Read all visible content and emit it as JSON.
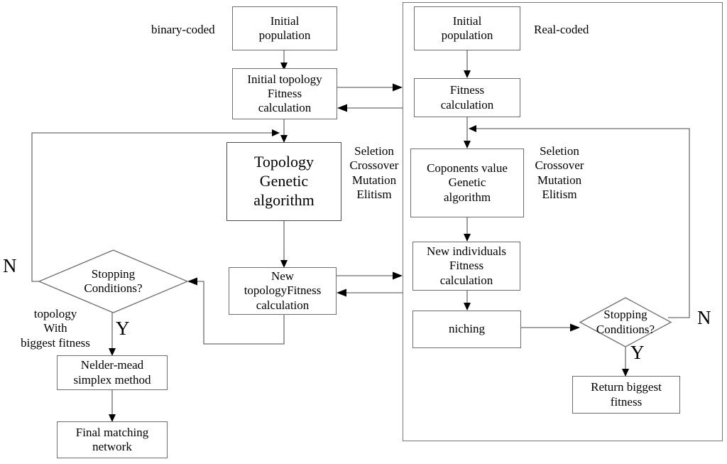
{
  "diagram": {
    "title": "Hybrid genetic algorithm matching network design flowchart",
    "stroke_color": "#6d6d6d",
    "arrow_color": "#000000",
    "background": "#ffffff"
  },
  "labels": {
    "binary_coded": "binary-coded",
    "real_coded": "Real-coded",
    "ga_ops_left": "Seletion\nCrossover\nMutation\nElitism",
    "ga_ops_right": "Seletion\nCrossover\nMutation\nElitism",
    "left_no": "N",
    "left_yes": "Y",
    "right_no": "N",
    "right_yes": "Y",
    "topology_best": "topology\nWith\nbiggest fitness"
  },
  "nodes": {
    "left_initial_population": "Initial\npopulation",
    "left_initial_topology_fitness": "Initial topology\nFitness\ncalculation",
    "topology_genetic_algorithm": "Topology\nGenetic\nalgorithm",
    "new_topology_fitness": "New\ntopologyFitness\ncalculation",
    "nelder_mead": "Nelder-mead\nsimplex method",
    "final_matching_network": "Final matching\nnetwork",
    "right_initial_population": "Initial\npopulation",
    "right_fitness_calculation": "Fitness\ncalculation",
    "coponents_value_ga": "Coponents value\nGenetic\nalgorithm",
    "new_individuals_fitness": "New individuals\nFitness\ncalculation",
    "niching": "niching",
    "return_biggest_fitness": "Return biggest\nfitness"
  },
  "decisions": {
    "left_stopping": "Stopping\nConditions?",
    "right_stopping": "Stopping\nConditions?"
  },
  "flow": {
    "edges": [
      "left_initial_population -> left_initial_topology_fitness",
      "left_initial_topology_fitness -> right_fitness_calculation",
      "right_fitness_calculation_return -> left_initial_topology_fitness",
      "left_initial_topology_fitness -> topology_genetic_algorithm",
      "topology_genetic_algorithm -> new_topology_fitness",
      "new_topology_fitness -> new_individuals_fitness",
      "new_individuals_fitness_return -> new_topology_fitness",
      "new_topology_fitness -> left_stopping",
      "left_stopping (N) -> topology_genetic_algorithm",
      "left_stopping (Y) -> nelder_mead",
      "nelder_mead -> final_matching_network",
      "right_initial_population -> right_fitness_calculation",
      "right_fitness_calculation -> coponents_value_ga",
      "coponents_value_ga -> new_individuals_fitness",
      "new_individuals_fitness -> niching",
      "niching -> right_stopping",
      "right_stopping (N) -> coponents_value_ga",
      "right_stopping (Y) -> return_biggest_fitness"
    ]
  }
}
